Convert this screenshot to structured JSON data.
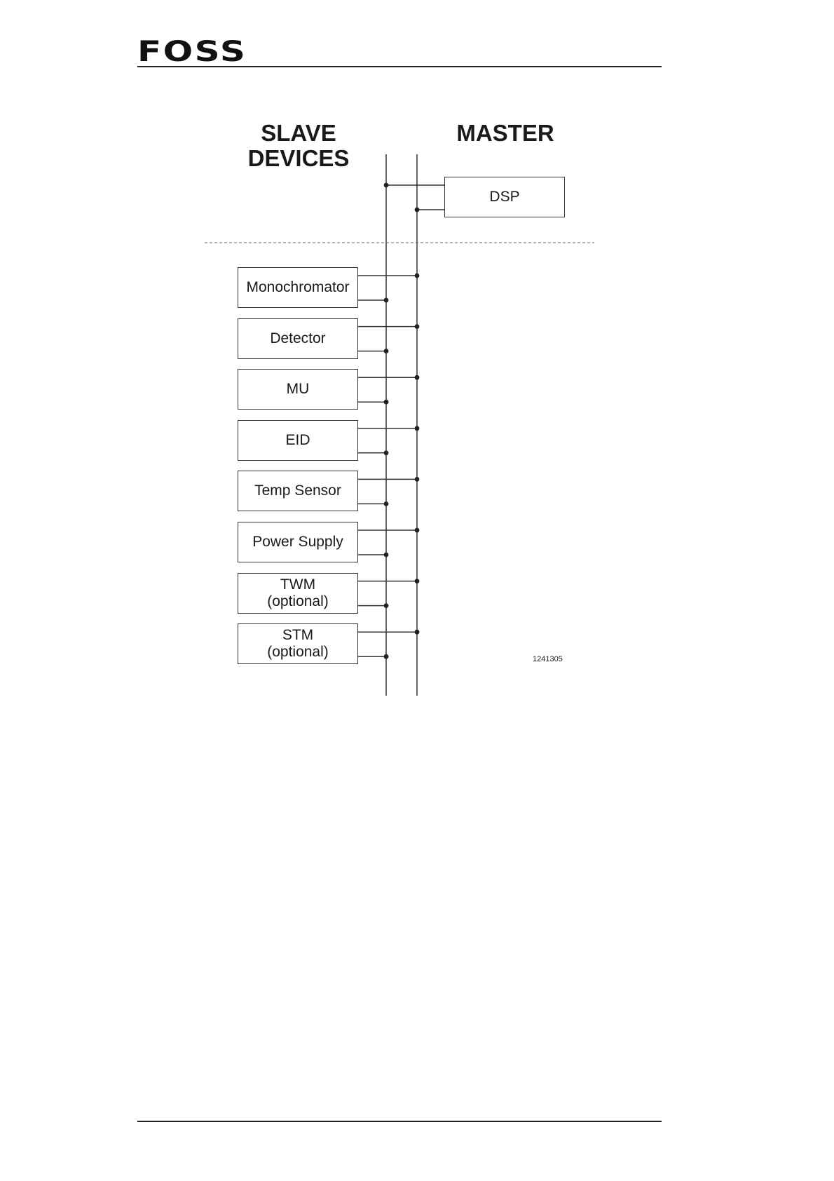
{
  "header": {
    "logo_text": "FOSS"
  },
  "diagram": {
    "slave_heading": "SLAVE\nDEVICES",
    "master_heading": "MASTER",
    "master_device": "DSP",
    "slave_devices": [
      "Monochromator",
      "Detector",
      "MU",
      "EID",
      "Temp Sensor",
      "Power Supply",
      "TWM\n(optional)",
      "STM\n(optional)"
    ],
    "reference_number": "1241305"
  }
}
